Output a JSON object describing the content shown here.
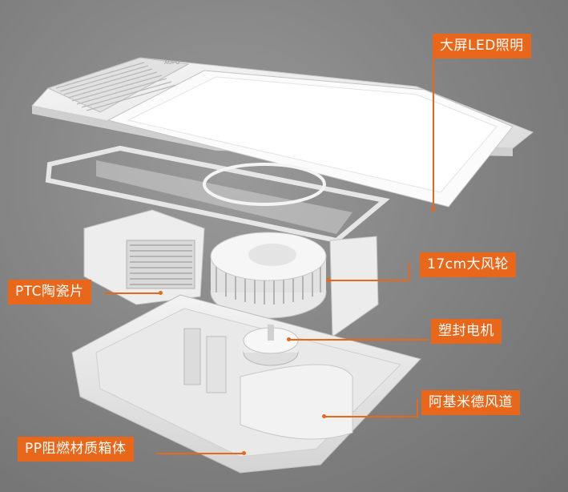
{
  "device_mark": "AUPU",
  "callouts": {
    "led": "大屏LED照明",
    "fan": "17cm大风轮",
    "ptc": "PTC陶瓷片",
    "motor": "塑封电机",
    "duct": "阿基米德风道",
    "housing": "PP阻燃材质箱体"
  },
  "colors": {
    "accent": "#e8671b",
    "background": "#858585"
  }
}
